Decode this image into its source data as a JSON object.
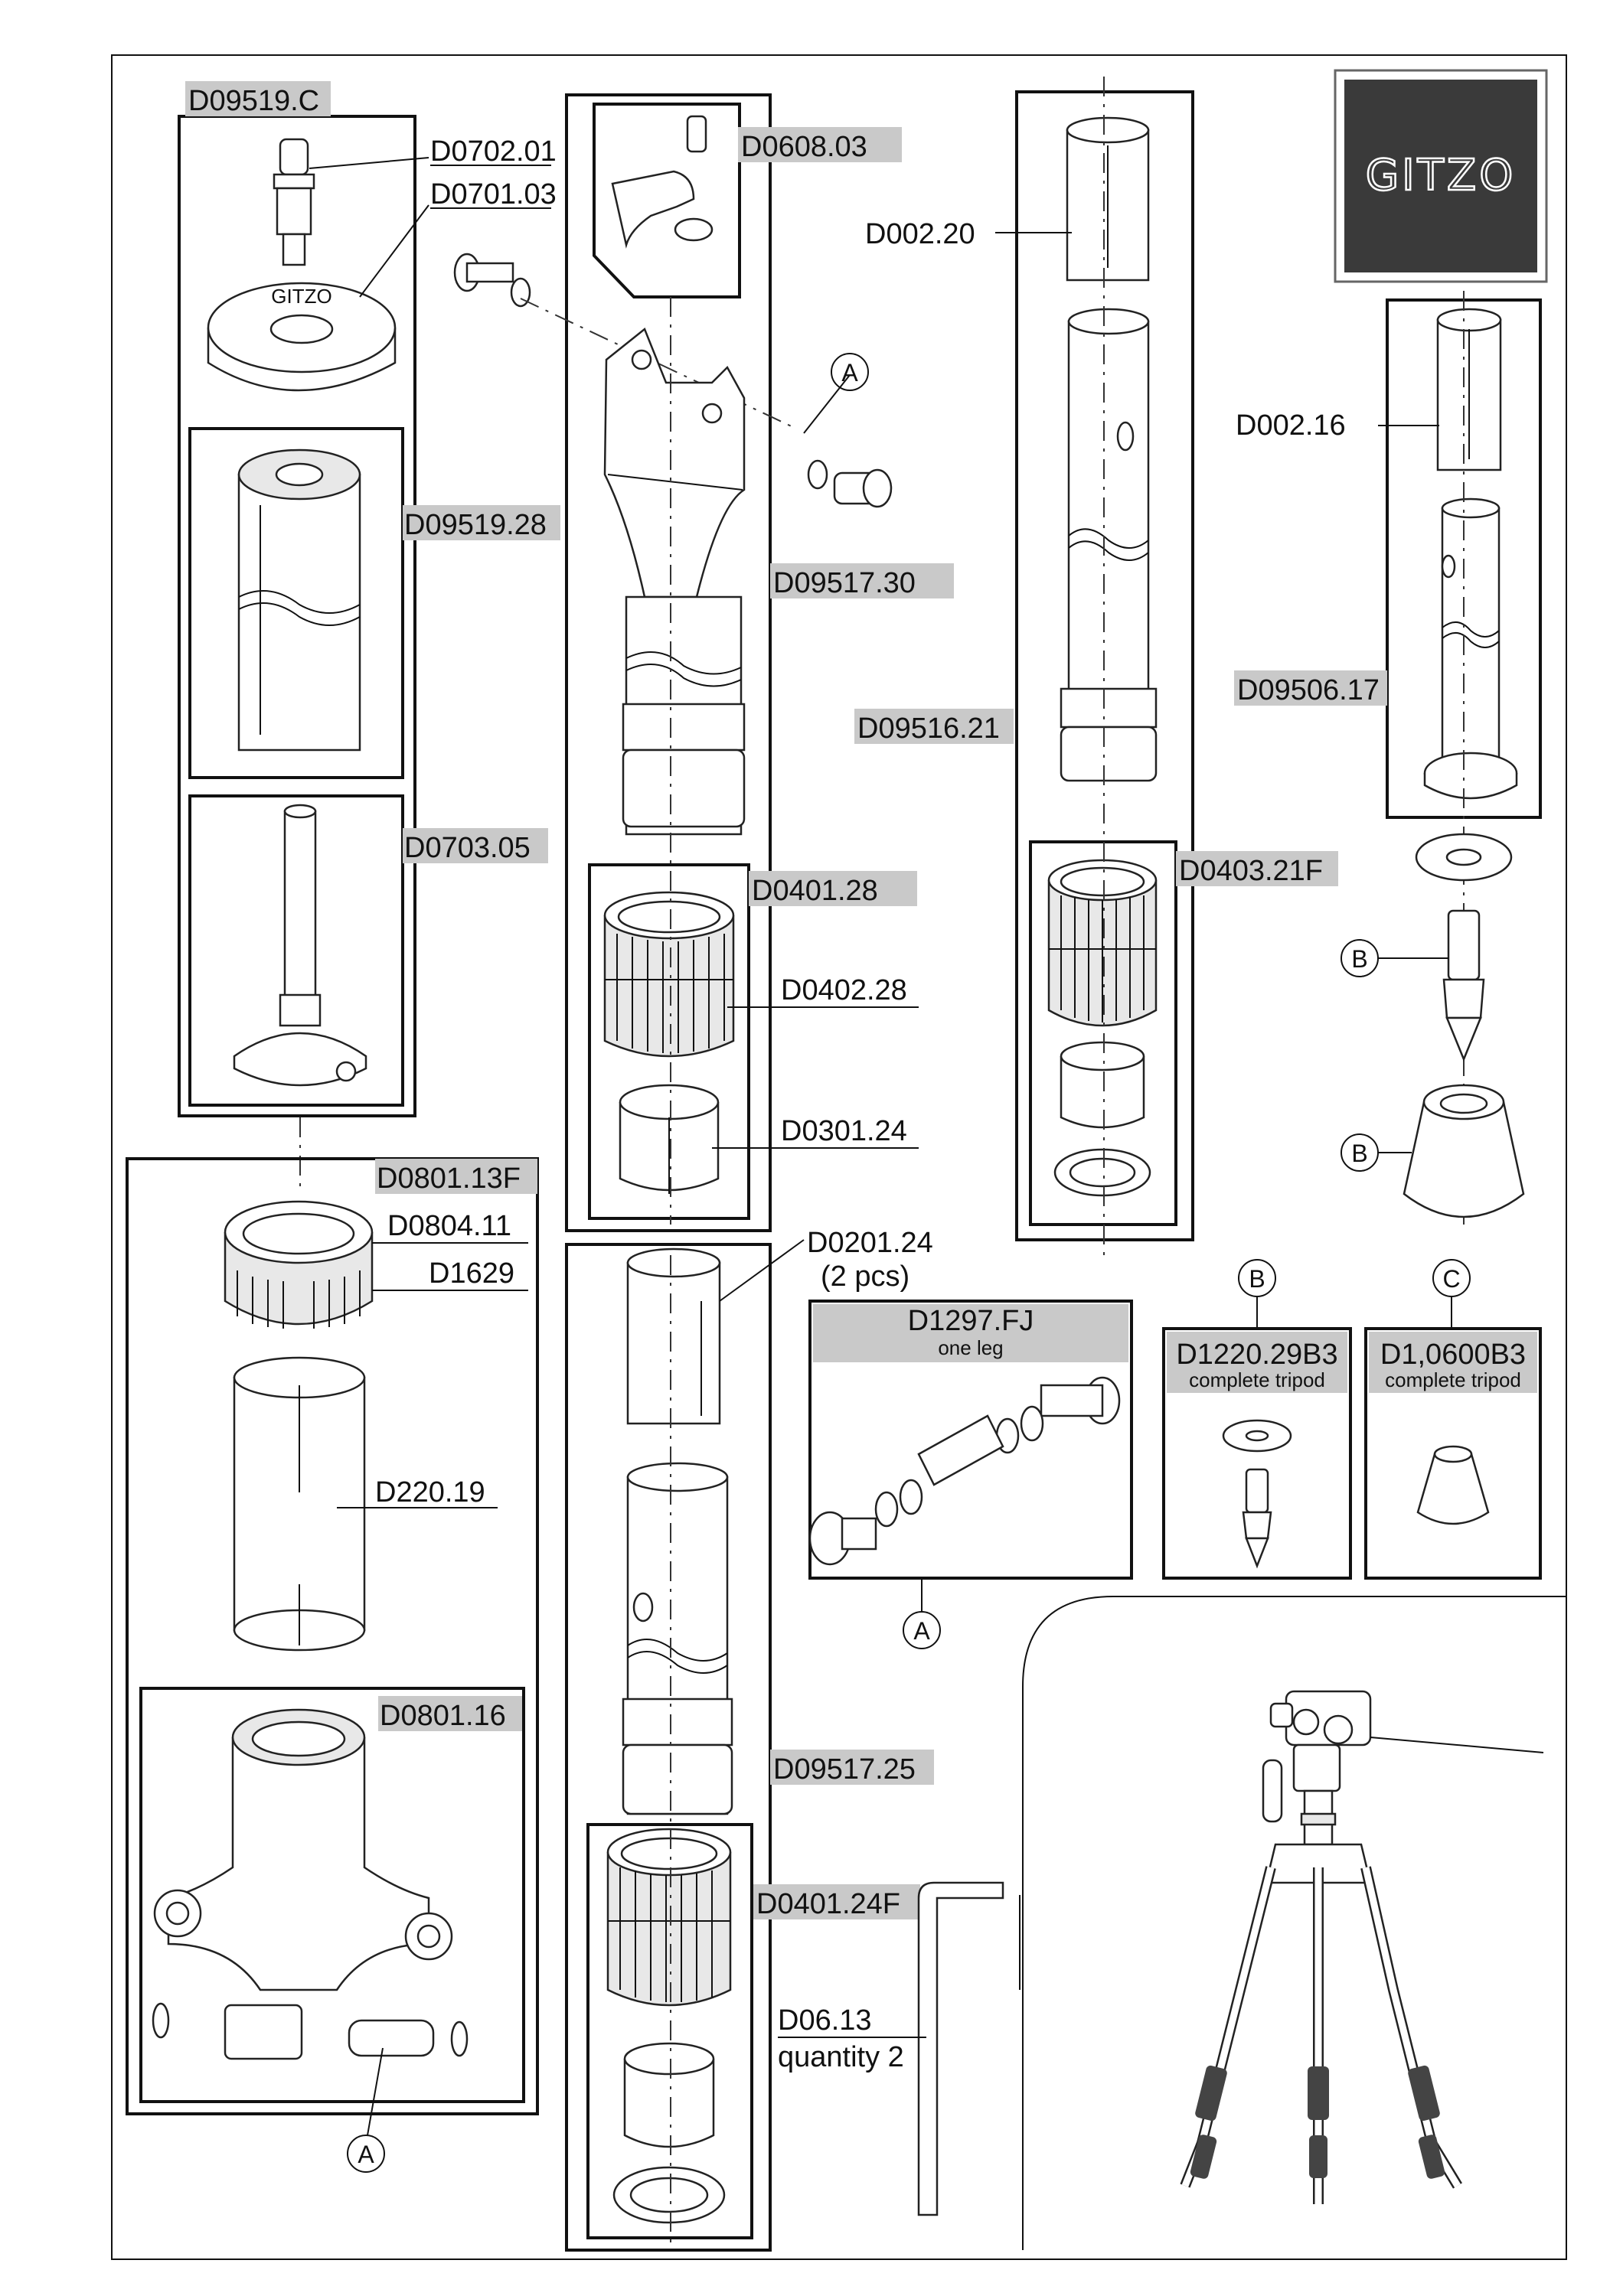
{
  "brand": {
    "logo_text": "GITZO"
  },
  "labels": {
    "d09519c": "D09519.C",
    "d070201": "D0702.01",
    "d070103": "D0701.03",
    "d0951928": "D09519.28",
    "d070305": "D0703.05",
    "d080113f": "D0801.13F",
    "d080411": "D0804.11",
    "d1629": "D1629",
    "d22019": "D220.19",
    "d080116": "D0801.16",
    "d060803": "D0608.03",
    "d0951730": "D09517.30",
    "d040128": "D0401.28",
    "d040228": "D0402.28",
    "d030124": "D0301.24",
    "d020124": "D0201.24",
    "d020124_qty": "(2 pcs)",
    "d0951725": "D09517.25",
    "d040124f": "D0401.24F",
    "d0613": "D06.13",
    "d0613_qty": "quantity 2",
    "d00220": "D002.20",
    "d0951621": "D09516.21",
    "d040321f": "D0403.21F",
    "d00216": "D002.16",
    "d0950617": "D09506.17"
  },
  "kits": {
    "d1297": {
      "code": "D1297.FJ",
      "sub": "one leg"
    },
    "d122029b3": {
      "code": "D1220.29B3",
      "sub": "complete tripod"
    },
    "d10600b3": {
      "code": "D1,0600B3",
      "sub": "complete tripod"
    }
  },
  "refs": {
    "a": "A",
    "b": "B",
    "c": "C"
  },
  "colors": {
    "highlight": "#c9c9c9",
    "logo_bg": "#3a3a3a",
    "line": "#111111"
  }
}
